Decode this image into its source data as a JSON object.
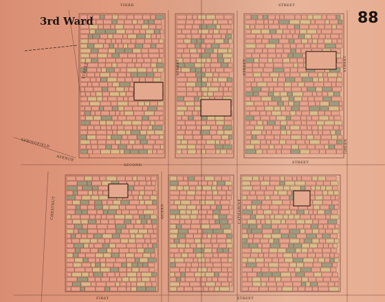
{
  "map": {
    "ward_label": "3rd Ward",
    "sheet_number": "88",
    "streets": {
      "top_left": "THIRD",
      "top_right": "STREET",
      "left_vertical": "STREET",
      "mid_vertical_1": "STREET",
      "mid_vertical_2": "STREET",
      "right_vertical": "STREET",
      "diag_1": "SPRINGFIELD",
      "diag_2": "AVENUE",
      "second": "SECOND",
      "second_right": "STREET",
      "lower_left": "CHESTNUT",
      "lower_mid": "QUEEN",
      "lower_right": "CATHARINE",
      "right_label": "GREEN",
      "bottom_left": "FIRST",
      "bottom_right": "STREET"
    },
    "colors": {
      "paper": "#e09a7e",
      "block_pink": "#e7a08a",
      "block_yellow": "#d8c08a",
      "block_green": "#8f9a7a",
      "line": "#6b3a30"
    }
  }
}
